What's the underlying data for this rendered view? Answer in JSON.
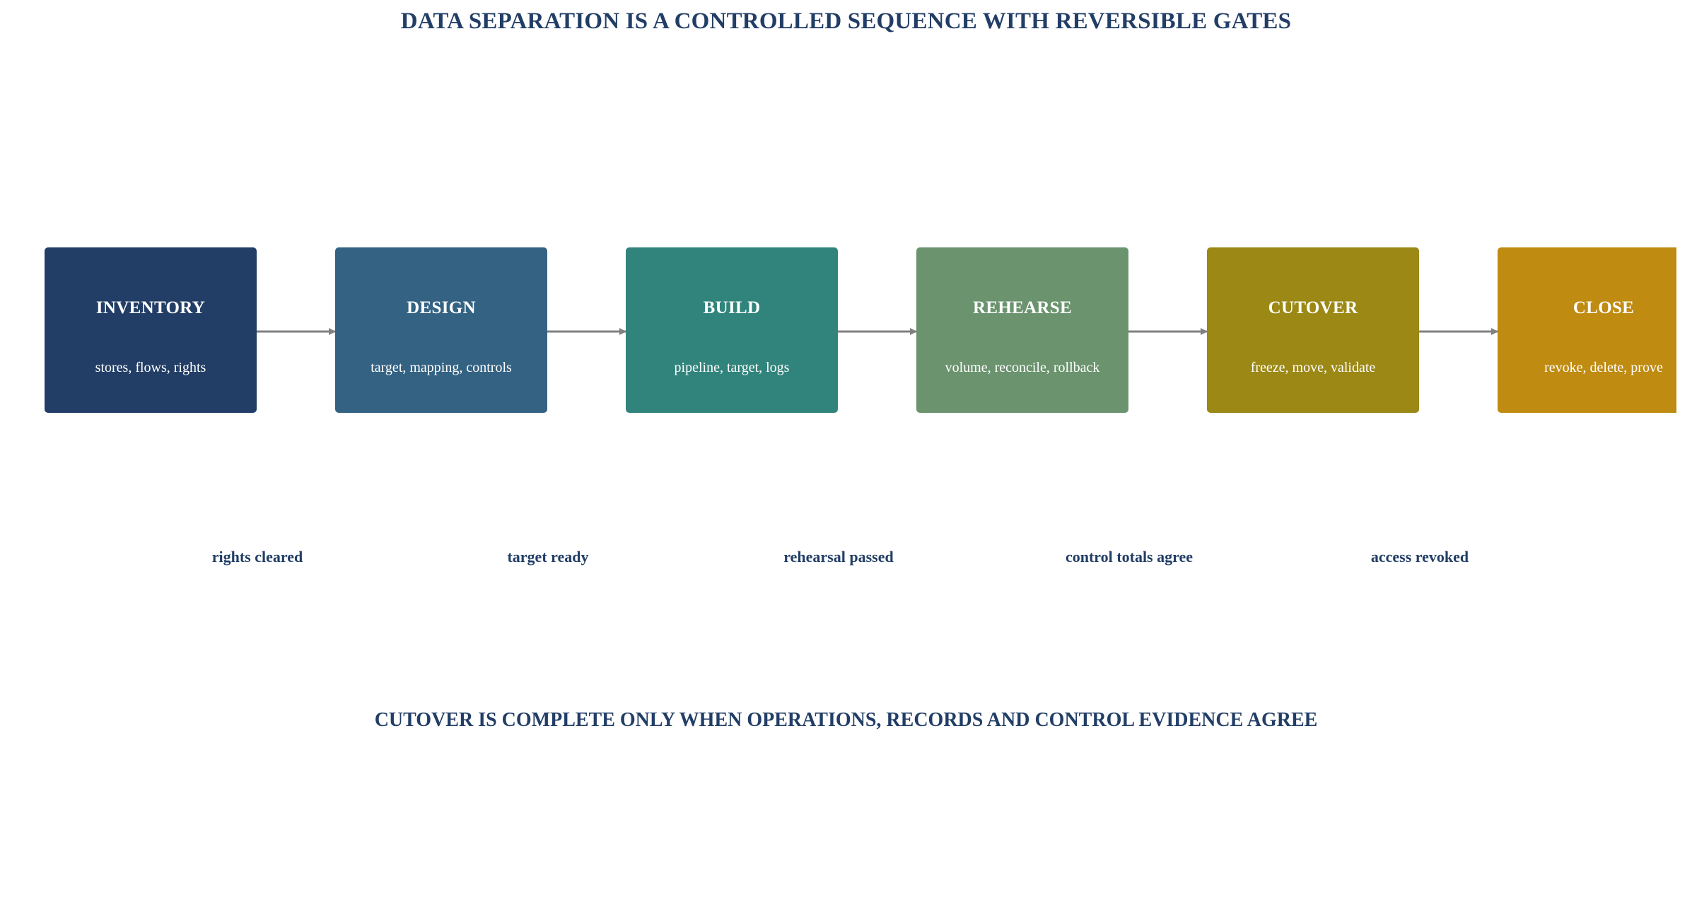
{
  "title": "DATA SEPARATION IS A CONTROLLED SEQUENCE WITH REVERSIBLE GATES",
  "stages": [
    {
      "name": "INVENTORY",
      "detail": "stores, flows, rights",
      "color": "#223e66"
    },
    {
      "name": "DESIGN",
      "detail": "target, mapping, controls",
      "color": "#346283"
    },
    {
      "name": "BUILD",
      "detail": "pipeline, target, logs",
      "color": "#31847c"
    },
    {
      "name": "REHEARSE",
      "detail": "volume, reconcile, rollback",
      "color": "#6a936e"
    },
    {
      "name": "CUTOVER",
      "detail": "freeze, move, validate",
      "color": "#9b8815"
    },
    {
      "name": "CLOSE",
      "detail": "revoke, delete, prove",
      "color": "#bf8b10"
    }
  ],
  "gates": [
    "rights cleared",
    "target ready",
    "rehearsal passed",
    "control totals agree",
    "access revoked"
  ],
  "footer": "CUTOVER IS COMPLETE ONLY WHEN OPERATIONS, RECORDS AND CONTROL EVIDENCE AGREE",
  "arrow_color": "#808080",
  "text_color": "#223e66"
}
